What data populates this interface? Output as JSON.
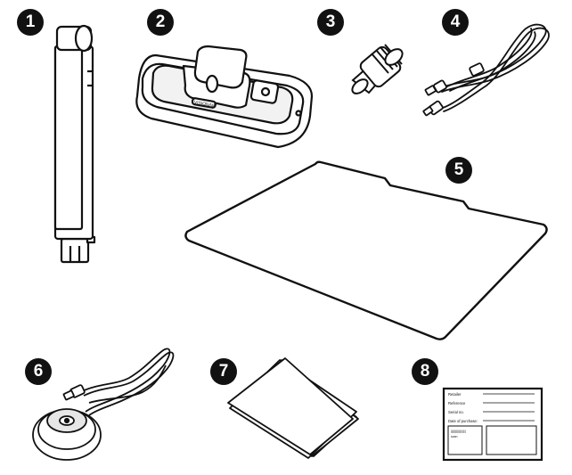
{
  "badges": [
    "1",
    "2",
    "3",
    "4",
    "5",
    "6",
    "7",
    "8"
  ],
  "items": [
    {
      "name": "camera-arm",
      "icon": "camera-arm-icon"
    },
    {
      "name": "base-unit",
      "icon": "base-icon"
    },
    {
      "name": "screw-adapter",
      "icon": "screw-icon"
    },
    {
      "name": "usb-cable",
      "icon": "cable-icon"
    },
    {
      "name": "mat",
      "icon": "mat-icon"
    },
    {
      "name": "foot-pedal",
      "icon": "pedal-icon"
    },
    {
      "name": "manual",
      "icon": "manual-icon"
    },
    {
      "name": "warranty-card",
      "icon": "card-icon"
    }
  ],
  "base_label": "VISIONAIR",
  "card": {
    "lines": [
      "Retailer",
      "Reference",
      "Serial no.",
      "Date of purchase:"
    ],
    "barcode_text": "||||||||||||||||",
    "small_text": "scan"
  },
  "colors": {
    "ink": "#111111",
    "paper": "#ffffff",
    "shade": "#e6e6e6"
  }
}
